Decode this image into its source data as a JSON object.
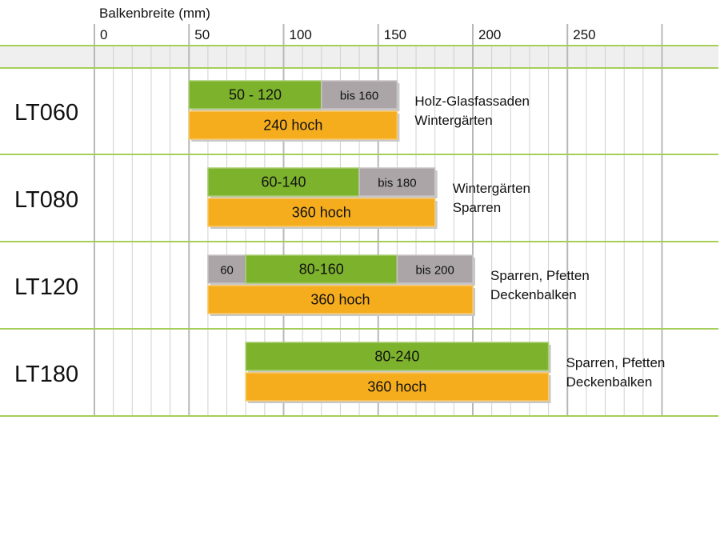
{
  "chart_data": {
    "type": "bar",
    "title": "",
    "xlabel": "Balkenbreite (mm)",
    "ylabel": "",
    "xlim": [
      0,
      300
    ],
    "xticks": [
      0,
      50,
      100,
      150,
      200,
      250
    ],
    "minor_step": 10,
    "grid": true,
    "colors": {
      "green": "#7db22c",
      "green_border": "#a9cd70",
      "gray": "#aba5a7",
      "orange": "#f5ad1e",
      "orange_border": "#f8c96a",
      "lines": "#a6ce5a",
      "band": "#efefef"
    },
    "rows": [
      {
        "name": "LT060",
        "segments": [
          {
            "from": 50,
            "to": 120,
            "label": "50 - 120",
            "color": "green"
          },
          {
            "from": 120,
            "to": 160,
            "label": "bis 160",
            "color": "gray"
          }
        ],
        "height_bar": {
          "from": 50,
          "to": 160,
          "label": "240 hoch"
        },
        "note": [
          "Holz-Glasfassaden",
          "Wintergärten"
        ]
      },
      {
        "name": "LT080",
        "segments": [
          {
            "from": 60,
            "to": 140,
            "label": "60-140",
            "color": "green"
          },
          {
            "from": 140,
            "to": 180,
            "label": "bis 180",
            "color": "gray"
          }
        ],
        "height_bar": {
          "from": 60,
          "to": 180,
          "label": "360 hoch"
        },
        "note": [
          "Wintergärten",
          "Sparren"
        ]
      },
      {
        "name": "LT120",
        "segments": [
          {
            "from": 60,
            "to": 80,
            "label": "60",
            "color": "gray"
          },
          {
            "from": 80,
            "to": 160,
            "label": "80-160",
            "color": "green"
          },
          {
            "from": 160,
            "to": 200,
            "label": "bis 200",
            "color": "gray"
          }
        ],
        "height_bar": {
          "from": 60,
          "to": 200,
          "label": "360 hoch"
        },
        "note": [
          "Sparren, Pfetten",
          "Deckenbalken"
        ]
      },
      {
        "name": "LT180",
        "segments": [
          {
            "from": 80,
            "to": 240,
            "label": "80-240",
            "color": "green"
          }
        ],
        "height_bar": {
          "from": 80,
          "to": 240,
          "label": "360 hoch"
        },
        "note": [
          "Sparren, Pfetten",
          "Deckenbalken"
        ]
      }
    ]
  }
}
